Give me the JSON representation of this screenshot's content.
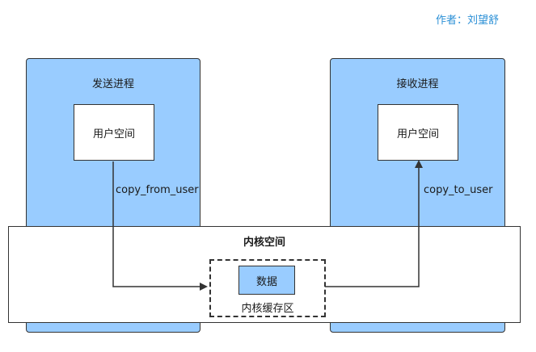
{
  "author": "作者：刘望舒",
  "send_process": {
    "title": "发送进程",
    "user_space": "用户空间"
  },
  "recv_process": {
    "title": "接收进程",
    "user_space": "用户空间"
  },
  "kernel": {
    "title": "内核空间",
    "buffer": {
      "data": "数据",
      "label": "内核缓存区"
    }
  },
  "edges": {
    "copy_from": "copy_from_user",
    "copy_to": "copy_to_user"
  }
}
